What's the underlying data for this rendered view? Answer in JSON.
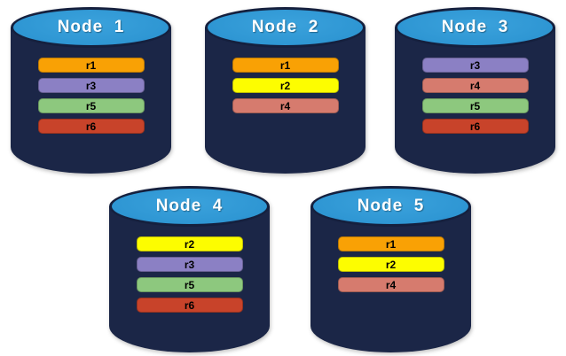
{
  "diagram": {
    "description": "Five database nodes shown as cylinders, each holding a set of replicas",
    "background_color": "#FFFFFF",
    "cylinder": {
      "body_color": "#1B2647",
      "top_color": "#2E96D3",
      "outline_color": "#15203E",
      "title_color": "#FFFFFF"
    },
    "replica_label_color": "#000000",
    "replica_colors": {
      "r1": "#F9A105",
      "r2": "#FDFD00",
      "r3": "#8B80C4",
      "r4": "#D67B6E",
      "r5": "#8DC87E",
      "r6": "#C8432A"
    },
    "nodes": [
      {
        "title": "Node  1",
        "replicas": [
          "r1",
          "r3",
          "r5",
          "r6"
        ]
      },
      {
        "title": "Node  2",
        "replicas": [
          "r1",
          "r2",
          "r4"
        ]
      },
      {
        "title": "Node  3",
        "replicas": [
          "r3",
          "r4",
          "r5",
          "r6"
        ]
      },
      {
        "title": "Node  4",
        "replicas": [
          "r2",
          "r3",
          "r5",
          "r6"
        ]
      },
      {
        "title": "Node  5",
        "replicas": [
          "r1",
          "r2",
          "r4"
        ]
      }
    ]
  }
}
